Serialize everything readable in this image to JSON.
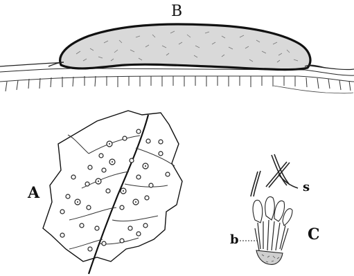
{
  "labels": {
    "B": "B",
    "A": "A",
    "s": "s",
    "C": "C",
    "b": "b"
  },
  "colors": {
    "ink": "#111111",
    "stipple": "#bdbdbd",
    "background": "#ffffff"
  }
}
